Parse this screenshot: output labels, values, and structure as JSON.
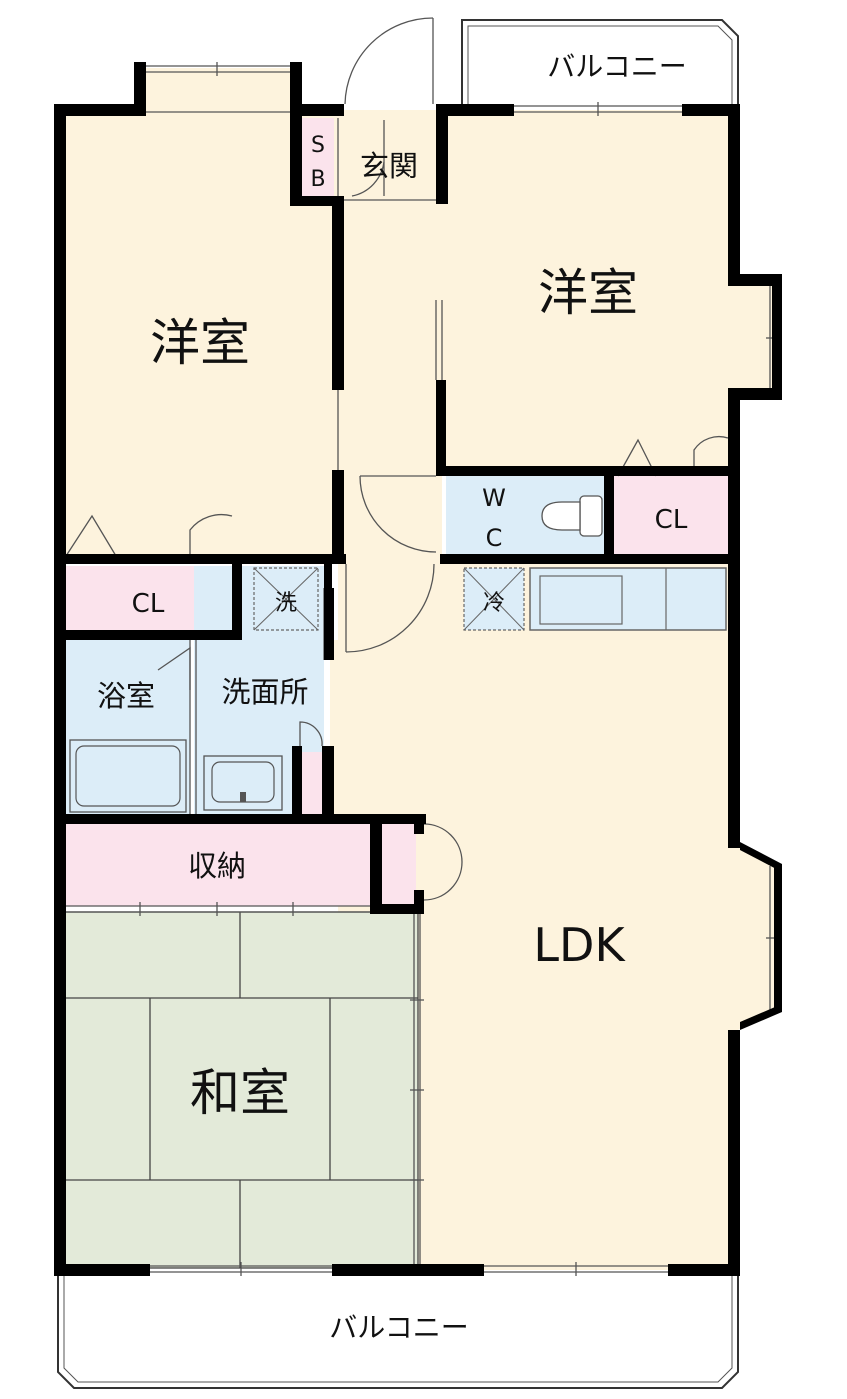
{
  "colors": {
    "room": "#fdf3dd",
    "wet": "#dcedf8",
    "closet": "#fbe3ec",
    "tatami": "#e3ead9",
    "wall": "#000000",
    "thin_line": "#666666"
  },
  "rooms": {
    "western_left": "洋室",
    "western_right": "洋室",
    "ldk": "LDK",
    "japanese": "和室",
    "entrance": "玄関",
    "shoe_box_top": "S",
    "shoe_box_bottom": "B",
    "wc_top": "W",
    "wc_bottom": "C",
    "closet_right": "CL",
    "closet_left": "CL",
    "washing_space": "洗",
    "fridge_space": "冷",
    "bathroom": "浴室",
    "washroom": "洗面所",
    "storage": "収納"
  },
  "balconies": {
    "top": "バルコニー",
    "bottom": "バルコニー"
  }
}
